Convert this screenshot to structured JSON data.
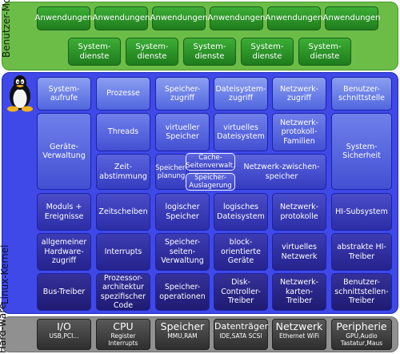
{
  "layers": {
    "user_label": "Benutzer-Modus",
    "kernel_label": "Linux-Kernel",
    "hardware_label": "Hard-ware"
  },
  "user_space": {
    "applications": [
      "Anwendungen",
      "Anwendungen",
      "Anwendungen",
      "Anwendungen",
      "Anwendungen",
      "Anwendungen"
    ],
    "system_services": [
      "System-dienste",
      "System-dienste",
      "System-dienste",
      "System-dienste",
      "System-dienste"
    ]
  },
  "kernel": {
    "system_calls": "System-aufrufe",
    "processes": "Prozesse",
    "memory_access": "Speicher-zugriff",
    "filesystem_access": "Dateisystem-zugriff",
    "network_access": "Netzwerk-zugriff",
    "user_interface": "Benutzer-schnittstelle",
    "device_management": "Geräte-Verwaltung",
    "threads": "Threads",
    "virtual_memory": "virtueller Speicher",
    "virtual_filesystem": "virtuelles Dateisystem",
    "network_protocol_families": "Netzwerk-protokoll-Familien",
    "system_security": "System-Sicherheit",
    "time_scheduling": "Zeit-abstimmung",
    "memory_planning": "Speicher-planung",
    "cache_management": "Cache-Seitenverwalt.",
    "memory_swapping": "Speicher-Auslagerung",
    "network_buffer": "Netzwerk-zwischen-speicher",
    "modules_events": "Moduls + Ereignisse",
    "time_slices": "Zeitscheiben",
    "logical_memory": "logischer Speicher",
    "logical_filesystem": "logisches Dateisystem",
    "network_protocols": "Netzwerk-protokolle",
    "hi_subsystem": "HI-Subsystem",
    "general_hw_access": "allgemeiner Hardware-zugriff",
    "interrupts": "Interrupts",
    "page_management": "Speicher-seiten-Verwaltung",
    "block_devices": "block-orientierte Geräte",
    "virtual_network": "virtuelles Netzwerk",
    "abstract_hi_drivers": "abstrakte HI-Treiber",
    "bus_drivers": "Bus-Treiber",
    "cpu_specific_code": "Prozessor-architektur spezifischer Code",
    "memory_operations": "Speicher-operationen",
    "disk_controller_drivers": "Disk-Controller-Treiber",
    "network_card_drivers": "Netzwerk-karten-Treiber",
    "ui_drivers": "Benutzer-schnittstellen-Treiber"
  },
  "hardware": [
    {
      "title": "I/O",
      "sub": "USB,PCI..."
    },
    {
      "title": "CPU",
      "sub": "Register Interrupts"
    },
    {
      "title": "Speicher",
      "sub": "MMU,RAM"
    },
    {
      "title": "Datenträger",
      "sub": "IDE,SATA SCSI"
    },
    {
      "title": "Netzwerk",
      "sub": "Ethernet WiFi"
    },
    {
      "title": "Peripherie",
      "sub": "GPU,Audio Tastatur,Maus"
    }
  ]
}
